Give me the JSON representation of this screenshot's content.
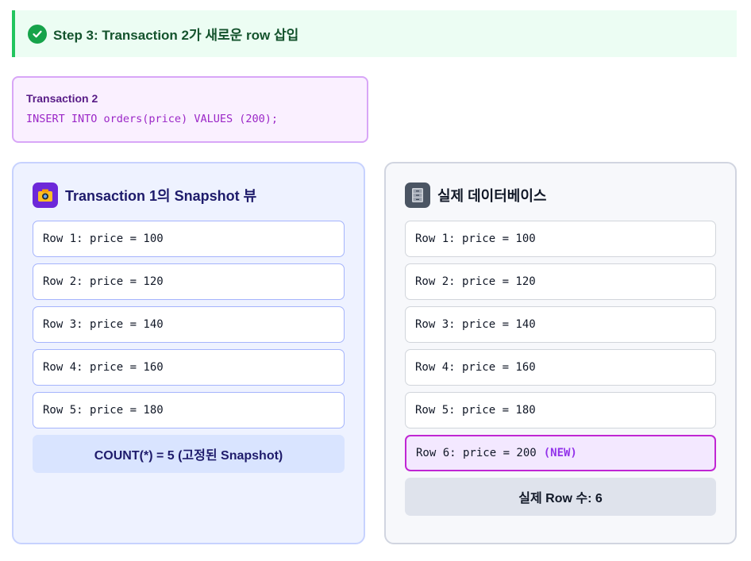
{
  "banner": {
    "icon": "check-circle-icon",
    "title": "Step 3: Transaction 2가 새로운 row 삽입"
  },
  "sql": {
    "label": "Transaction 2",
    "code": "INSERT INTO orders(price) VALUES (200);"
  },
  "snapshot_panel": {
    "icon": "camera-icon",
    "title": "Transaction 1의 Snapshot 뷰",
    "rows": [
      "Row 1: price = 100",
      "Row 2: price = 120",
      "Row 3: price = 140",
      "Row 4: price = 160",
      "Row 5: price = 180"
    ],
    "summary": "COUNT(*) = 5 (고정된 Snapshot)"
  },
  "database_panel": {
    "icon": "file-cabinet-icon",
    "title": "실제 데이터베이스",
    "rows": [
      "Row 1: price = 100",
      "Row 2: price = 120",
      "Row 3: price = 140",
      "Row 4: price = 160",
      "Row 5: price = 180"
    ],
    "new_row": {
      "text": "Row 6: price = 200",
      "tag": "(NEW)"
    },
    "summary": "실제 Row 수: 6"
  },
  "colors": {
    "success": "#16a34a",
    "snapshot_bg": "#eef2ff",
    "new_row_border": "#c026d3"
  }
}
